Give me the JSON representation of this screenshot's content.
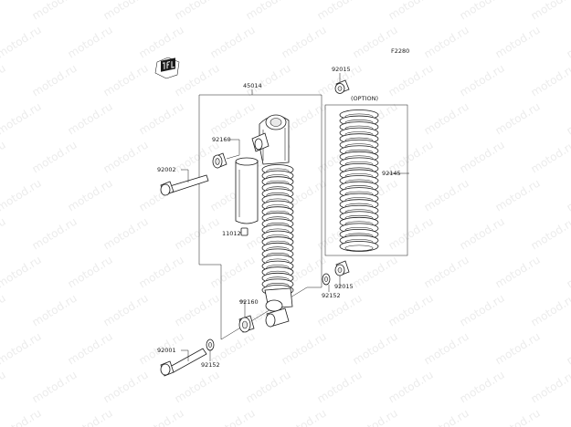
{
  "watermark": {
    "text": "motod.ru"
  },
  "diagram": {
    "code": "F2280",
    "option_label": "(OPTION)",
    "labels": {
      "shock_assy": "45014",
      "nut_top": "92015",
      "bushing_upper": "92160",
      "bolt_upper": "92002",
      "spring": "92145",
      "cap": "11012",
      "washer_right": "92152",
      "nut_right": "92015",
      "bushing_lower": "92160",
      "bolt_lower": "92001",
      "washer_lower": "92152"
    }
  },
  "icons": {
    "front_arrow": "front-direction-icon"
  }
}
